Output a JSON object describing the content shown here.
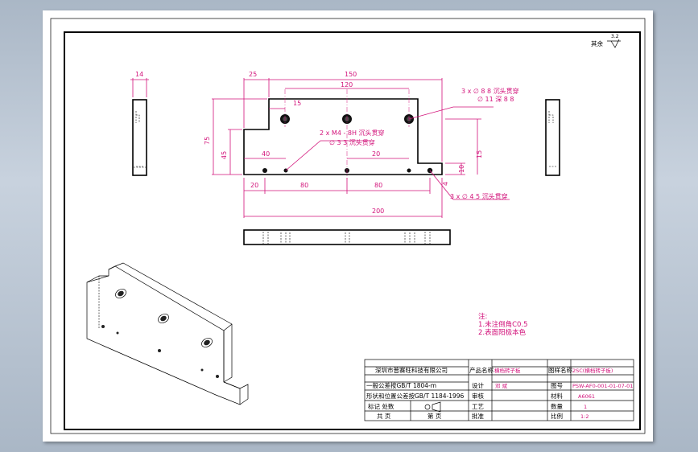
{
  "surface_symbol": {
    "label": "其余",
    "value": "3.2"
  },
  "dimensions": {
    "d14": "14",
    "d25": "25",
    "d150": "150",
    "d120": "120",
    "d15": "15",
    "d75": "75",
    "d45": "45",
    "d40": "40",
    "d20a": "20",
    "d15b": "15",
    "d10": "10",
    "d4": "4",
    "d20b": "20",
    "d80a": "80",
    "d80b": "80",
    "d200": "200"
  },
  "callouts": {
    "cb1_line1": "3 x  ∅ 8 8  沉头贯穿",
    "cb1_line2": "∅ 11  深 8 8",
    "tap_line1": "2 x  M4 - 8H  沉头贯穿",
    "tap_line2": "∅ 3 3  沉头贯穿",
    "hole_line": "3 x  ∅ 4 5  沉头贯穿"
  },
  "notes": {
    "title": "注:",
    "n1": "1.未注倒角C0.5",
    "n2": "2.表面阳极本色"
  },
  "title_block": {
    "company": "深圳市普赛旺科技有限公司",
    "std1": "一般公差按GB/T 1804-m",
    "std2": "形状和位置公差按GB/T 1184-1996",
    "scale_label_row": "标记  处数",
    "count_label": "共    页",
    "sheet_label": "第    页",
    "product_name_label": "产品名称",
    "product_name": "横档转子板",
    "drawing_name_label": "图样名称",
    "drawing_name": "2SC(横档转子板)",
    "design_label": "设计",
    "design_value": "邓 斌",
    "check_label": "审核",
    "process_label": "工艺",
    "approve_label": "批准",
    "drawno_label": "图号",
    "drawno_value": "PSW-AF0-001-01-07-01",
    "material_label": "材料",
    "material_value": "A6061",
    "qty_label": "数量",
    "qty_value": "1",
    "ratio_label": "比例",
    "ratio_value": "1:2"
  }
}
